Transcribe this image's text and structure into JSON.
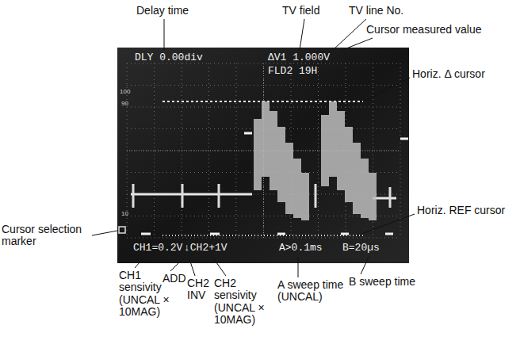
{
  "diagram": {
    "labels": [
      "Delay time",
      "TV field",
      "TV line No.",
      "Cursor measured value",
      "Horiz. Δ cursor",
      "Horiz. REF cursor",
      "Cursor selection marker",
      "CH1 sensivity (UNCAL × 10MAG)",
      "ADD",
      "CH2 INV",
      "CH2 sensivity (UNCAL × 10MAG)",
      "A sweep time (UNCAL)",
      "B sweep time",
      "DLY 0.00div",
      "ΔV1 1.000V",
      "FLD2 19H",
      "100",
      "90",
      "10",
      "CH1=0.2V",
      "↓CH2+1V",
      "A>0.1ms",
      "B=20µs"
    ]
  }
}
